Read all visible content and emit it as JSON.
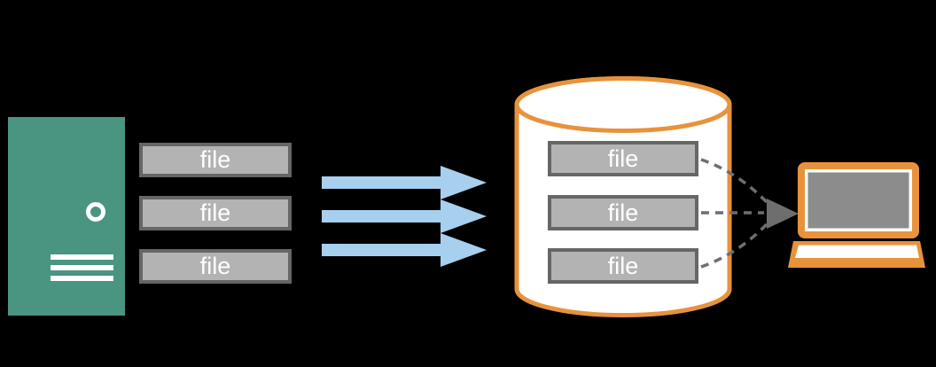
{
  "colors": {
    "background": "#000000",
    "server-green": "#4A9482",
    "arrow-blue": "#A7CFEE",
    "accent-orange": "#E8923C",
    "file-fill": "#B3B3B3",
    "file-border": "#666666",
    "file-text": "#FFFFFF",
    "dash-gray": "#6E6E6E",
    "screen-gray": "#8C8C8C"
  },
  "icons": {
    "server": "server-tower-icon",
    "datastore": "database-cylinder-icon",
    "client": "laptop-icon",
    "transfer": "blue-right-arrow-icon",
    "retrieval": "dashed-line-arrow-icon"
  },
  "server": {
    "files": [
      {
        "label": "file"
      },
      {
        "label": "file"
      },
      {
        "label": "file"
      }
    ]
  },
  "datastore": {
    "files": [
      {
        "label": "file"
      },
      {
        "label": "file"
      },
      {
        "label": "file"
      }
    ]
  }
}
